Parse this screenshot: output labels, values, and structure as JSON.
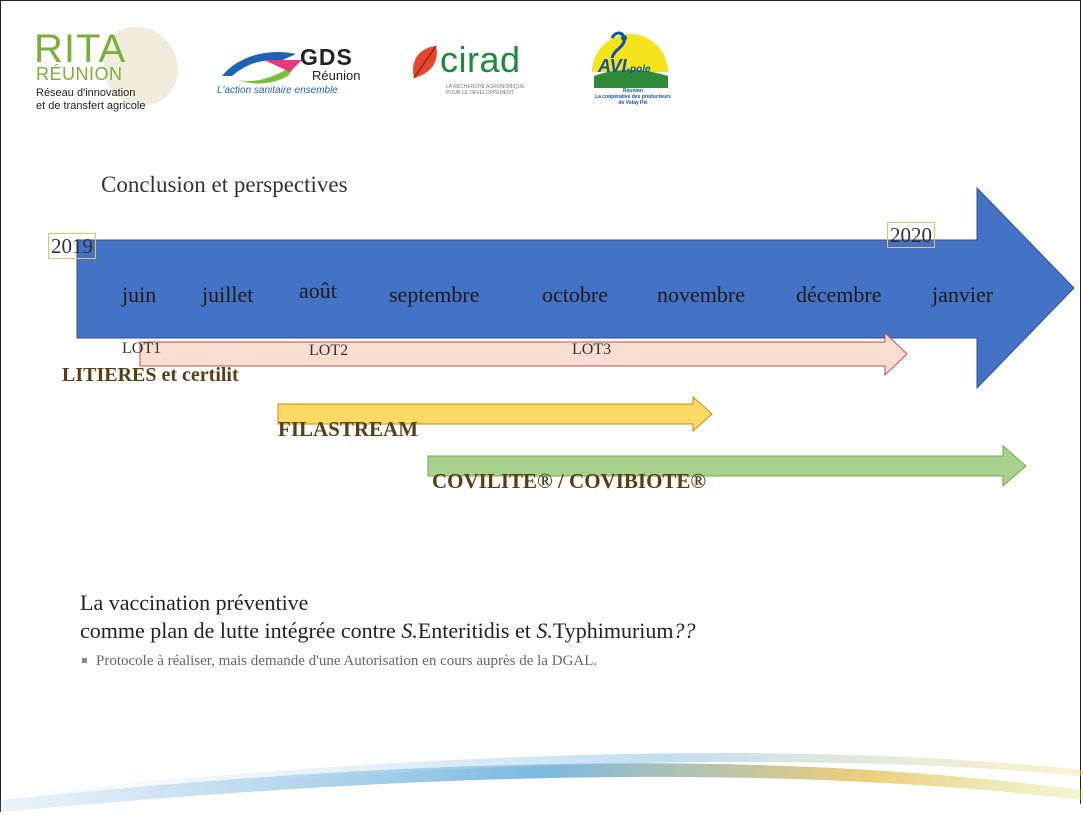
{
  "logos": {
    "rita": {
      "title": "RITA",
      "subtitle": "RÉUNION",
      "desc_line1": "Réseau d'innovation",
      "desc_line2": "et de transfert agricole"
    },
    "gds": {
      "title": "GDS",
      "subtitle": "Réunion",
      "tagline": "L'action sanitaire ensemble"
    },
    "cirad": {
      "title": "cirad",
      "tagline_line1": "LA RECHERCHE AGRONOMIQUE",
      "tagline_line2": "POUR LE DÉVELOPPEMENT"
    },
    "avipole": {
      "name": "AVI",
      "suffix": "-pole",
      "tagline_line1": "Réunion",
      "tagline_line2": "La coopérative des producteurs",
      "tagline_line3": "de Volay Péi"
    }
  },
  "slide": {
    "title": "Conclusion et perspectives",
    "year_start": "2019",
    "year_end": "2020",
    "months": [
      "juin",
      "juillet",
      "août",
      "septembre",
      "octobre",
      "novembre",
      "décembre",
      "janvier"
    ],
    "lots": [
      "LOT1",
      "LOT2",
      "LOT3"
    ],
    "bars": {
      "litieres": "LITIERES et certilit",
      "filastream": "FILASTREAM",
      "covilite": "COVILITE® / COVIBIOTE®"
    },
    "vaccination_line1": "La vaccination préventive",
    "vaccination_line2_a": "comme plan de lutte intégrée contre ",
    "vaccination_s1": "S.",
    "vaccination_e": "Enteritidis et ",
    "vaccination_s2": "S.",
    "vaccination_t": "Typhimurium",
    "vaccination_q": "??",
    "bullet": "Protocole à réaliser, mais demande d'une Autorisation en cours auprès de la DGAL."
  },
  "colors": {
    "timeline_arrow": "#4472c4",
    "litieres_fill": "#f8ddd0",
    "litieres_stroke": "#c0504d",
    "filastream_fill": "#ffd966",
    "filastream_stroke": "#c09000",
    "covilite_fill": "#a9d18e",
    "covilite_stroke": "#70ad47"
  }
}
